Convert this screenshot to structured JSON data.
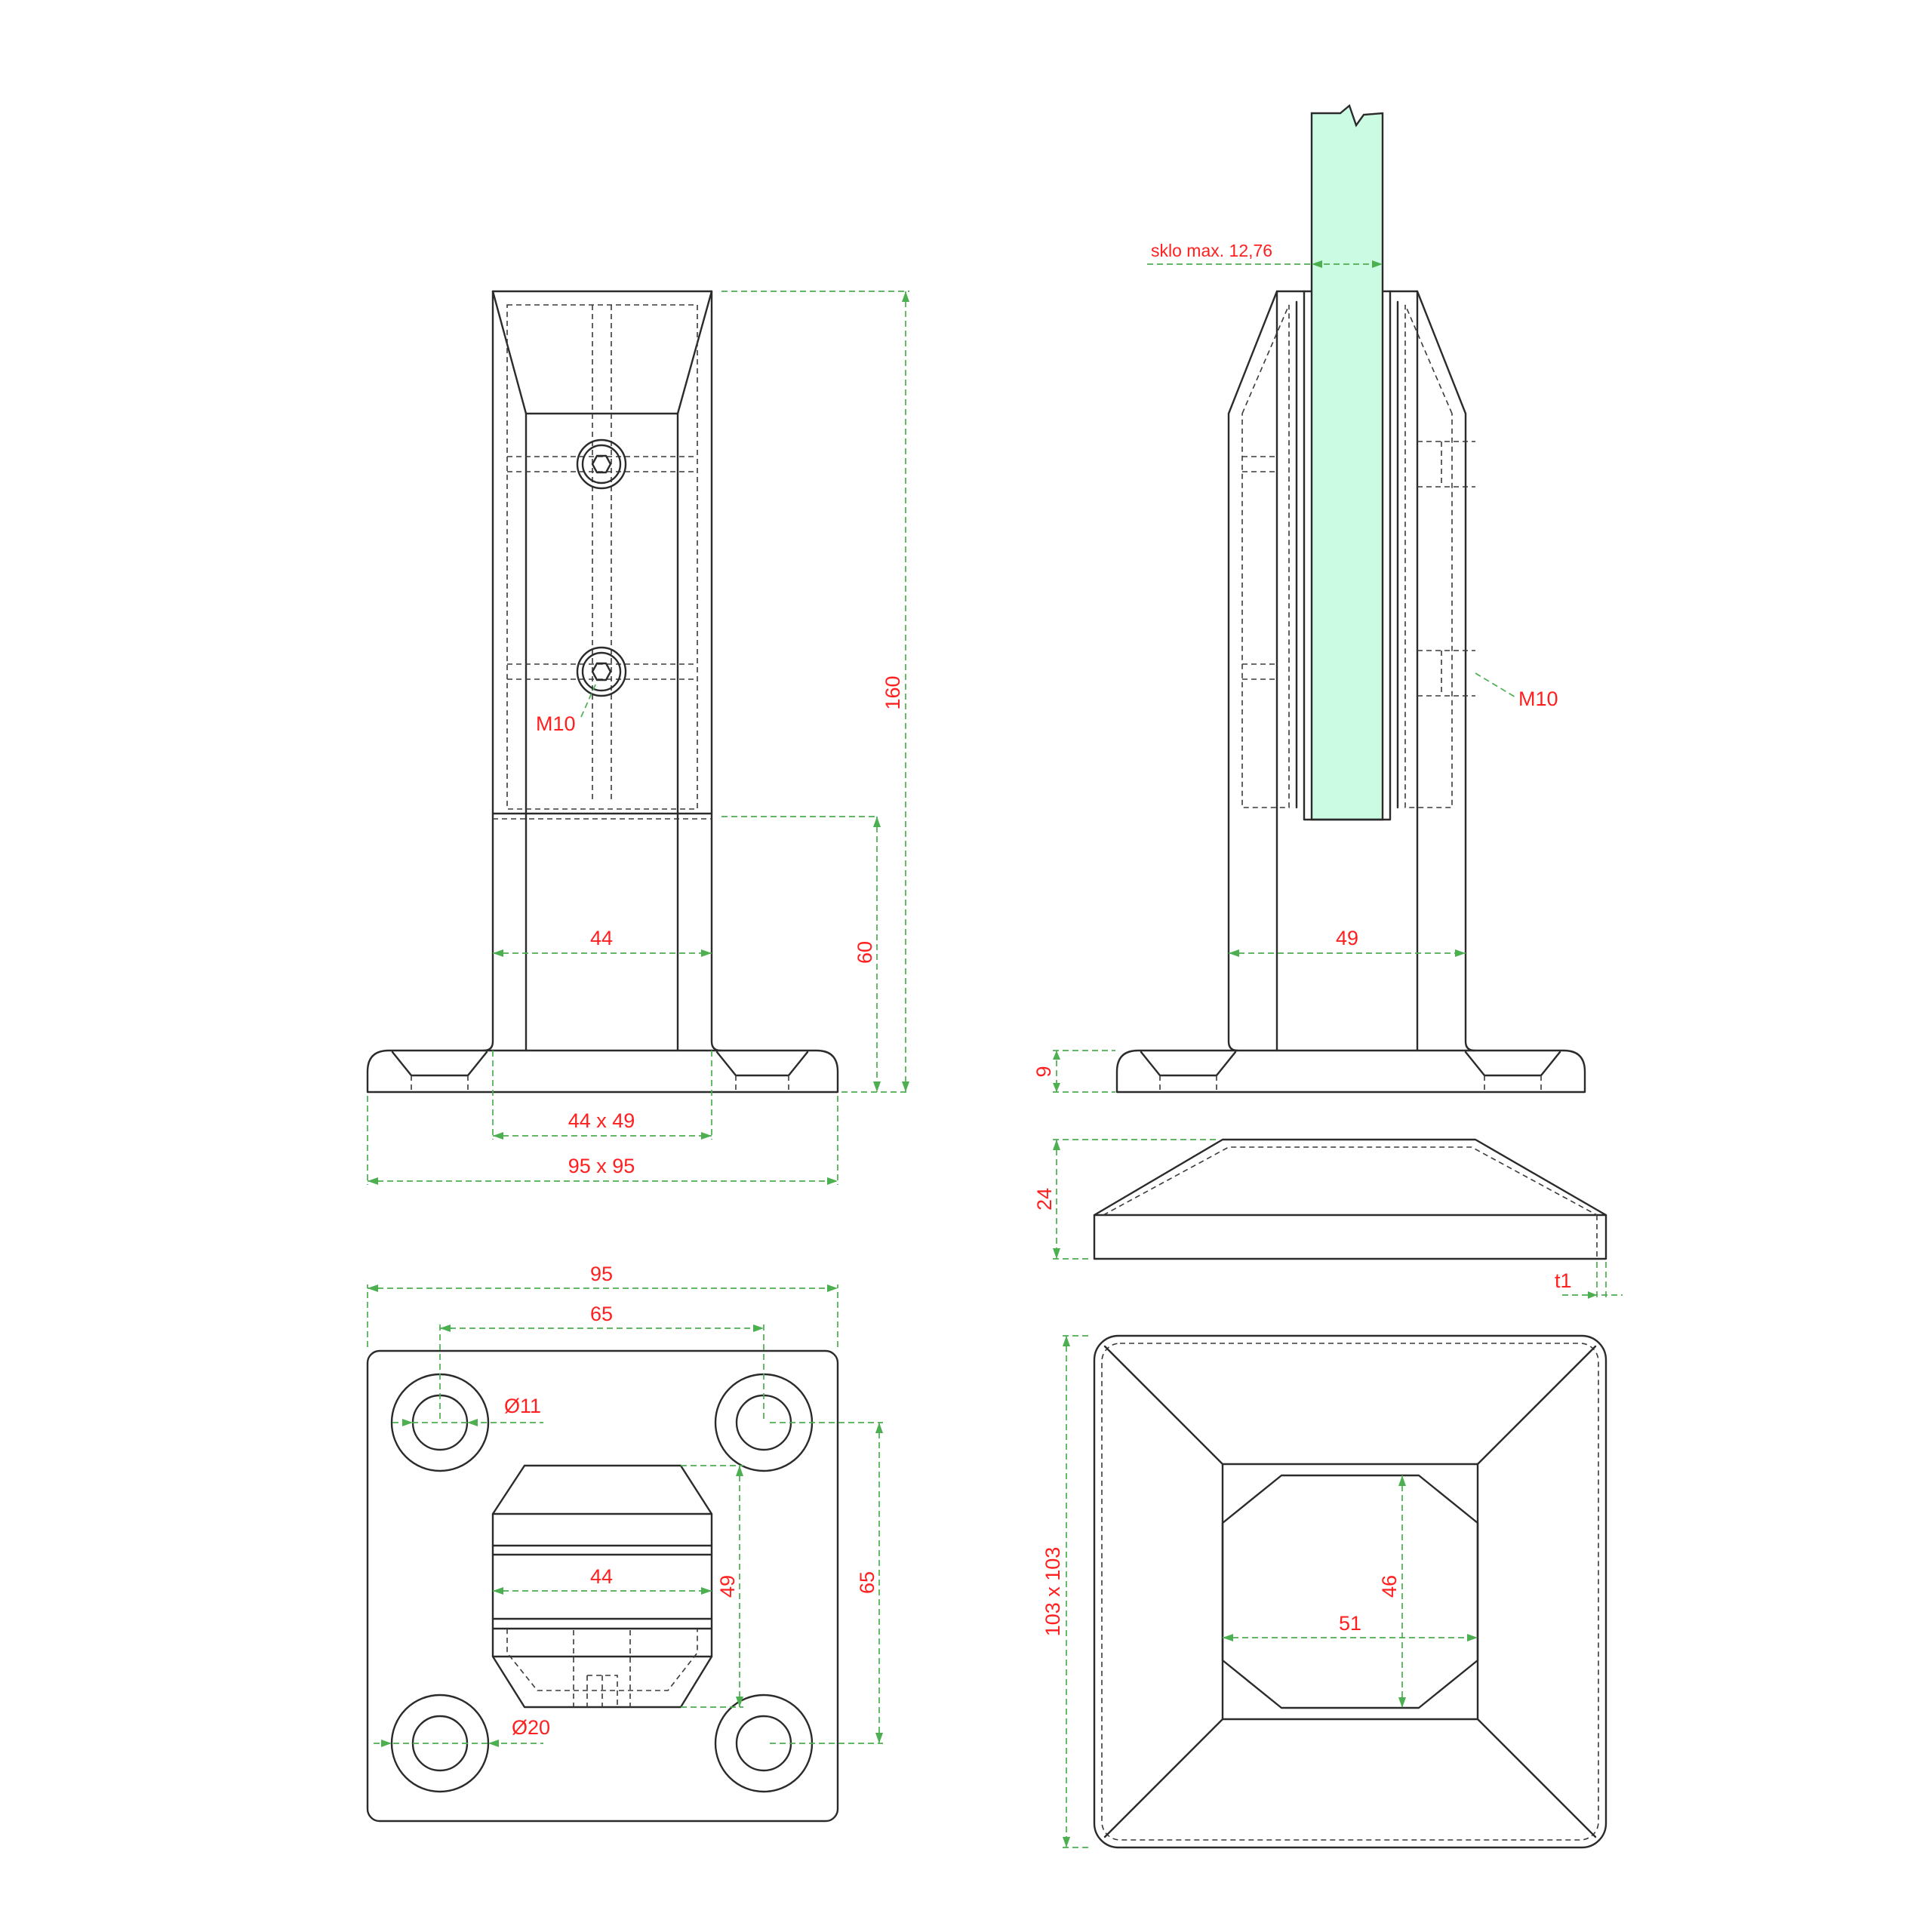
{
  "front_view": {
    "height_total": "160",
    "height_lower": "60",
    "width_post": "44",
    "thread": "M10",
    "flange_post": "44 x 49",
    "flange_base": "95 x 95"
  },
  "side_view": {
    "glass_label": "sklo max. 12,76",
    "thread": "M10",
    "width_post": "49",
    "flange_thickness": "9"
  },
  "cover_side": {
    "height": "24",
    "thickness": "t1"
  },
  "top_view": {
    "width_total": "95",
    "hole_spacing_x": "65",
    "hole_spacing_y": "65",
    "hole_diameter": "Ø11",
    "washer_diameter": "Ø20",
    "post_width": "44",
    "post_depth": "49"
  },
  "cover_top": {
    "size": "103 x 103",
    "inner_width": "51",
    "inner_height": "46"
  },
  "colors": {
    "line": "#2b2b2b",
    "dimension": "#4caf50",
    "label": "#ff1f1f",
    "glass": "#ccfbe4"
  }
}
